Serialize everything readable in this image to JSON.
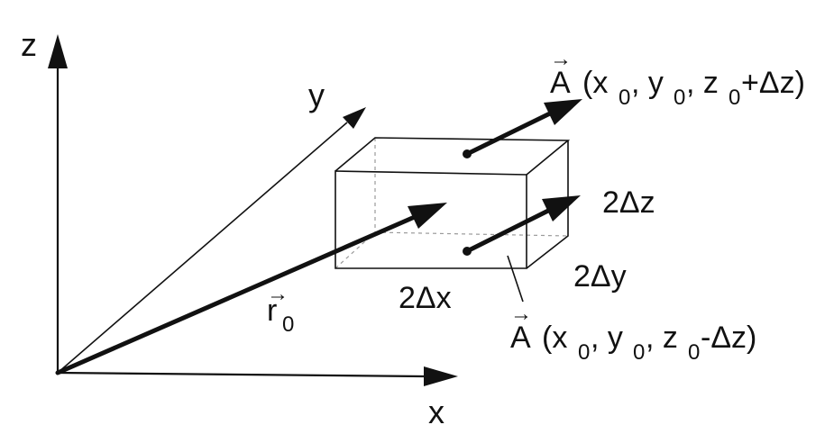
{
  "axes": {
    "x_label": "x",
    "y_label": "y",
    "z_label": "z"
  },
  "position_vector": {
    "symbol": "r",
    "subscript": "0",
    "arrow_over": "→"
  },
  "dimensions": {
    "width_label": "2Δx",
    "depth_label": "2Δy",
    "height_label": "2Δz"
  },
  "field_top": {
    "symbol": "A",
    "arrow_over": "→",
    "args": [
      "(x",
      "0",
      ", y",
      "0",
      ", z",
      "0",
      "+Δz)"
    ]
  },
  "field_bottom": {
    "symbol": "A",
    "arrow_over": "→",
    "args": [
      "(x",
      "0",
      ", y",
      "0",
      ", z",
      "0",
      "-Δz)"
    ]
  }
}
